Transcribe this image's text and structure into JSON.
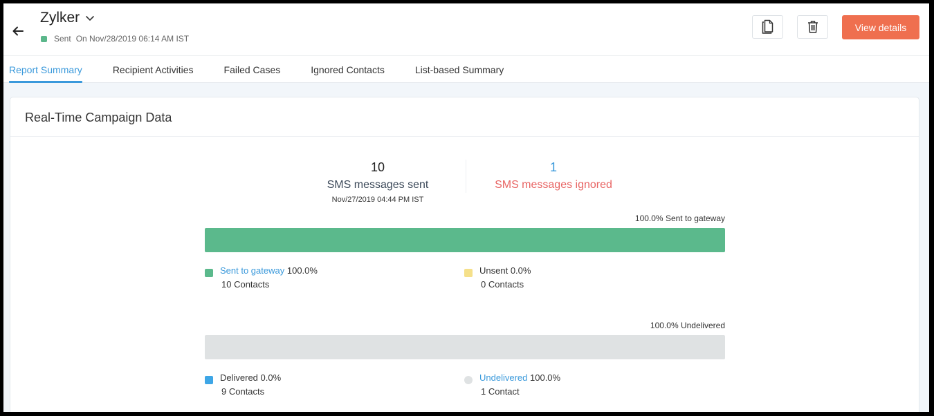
{
  "header": {
    "title": "Zylker",
    "status_label": "Sent",
    "status_text": "On Nov/28/2019 06:14 AM IST",
    "status_color": "#5bb78b",
    "view_details_label": "View details"
  },
  "tabs": [
    {
      "label": "Report Summary",
      "active": true
    },
    {
      "label": "Recipient Activities"
    },
    {
      "label": "Failed Cases"
    },
    {
      "label": "Ignored Contacts"
    },
    {
      "label": "List-based Summary"
    }
  ],
  "card": {
    "title": "Real-Time Campaign Data",
    "sent": {
      "count": "10",
      "label": "SMS messages sent",
      "timestamp": "Nov/27/2019 04:44 PM IST"
    },
    "ignored": {
      "count": "1",
      "label": "SMS messages ignored"
    },
    "gateway_bar": {
      "caption": "100.0% Sent to gateway",
      "color": "#5bb98c",
      "legend": [
        {
          "label": "Sent to gateway",
          "pct": "100.0%",
          "contacts": "10 Contacts",
          "color": "#5bb98c",
          "link": true
        },
        {
          "label": "Unsent",
          "pct": "0.0%",
          "contacts": "0 Contacts",
          "color": "#f5e08a",
          "link": false
        }
      ]
    },
    "delivery_bar": {
      "caption": "100.0% Undelivered",
      "color": "#dfe2e3",
      "legend": [
        {
          "label": "Delivered",
          "pct": "0.0%",
          "contacts": "9 Contacts",
          "color": "#3ea6e6",
          "link": false
        },
        {
          "label": "Undelivered",
          "pct": "100.0%",
          "contacts": "1 Contact",
          "color": "#dfe2e3",
          "link": true
        }
      ]
    }
  }
}
